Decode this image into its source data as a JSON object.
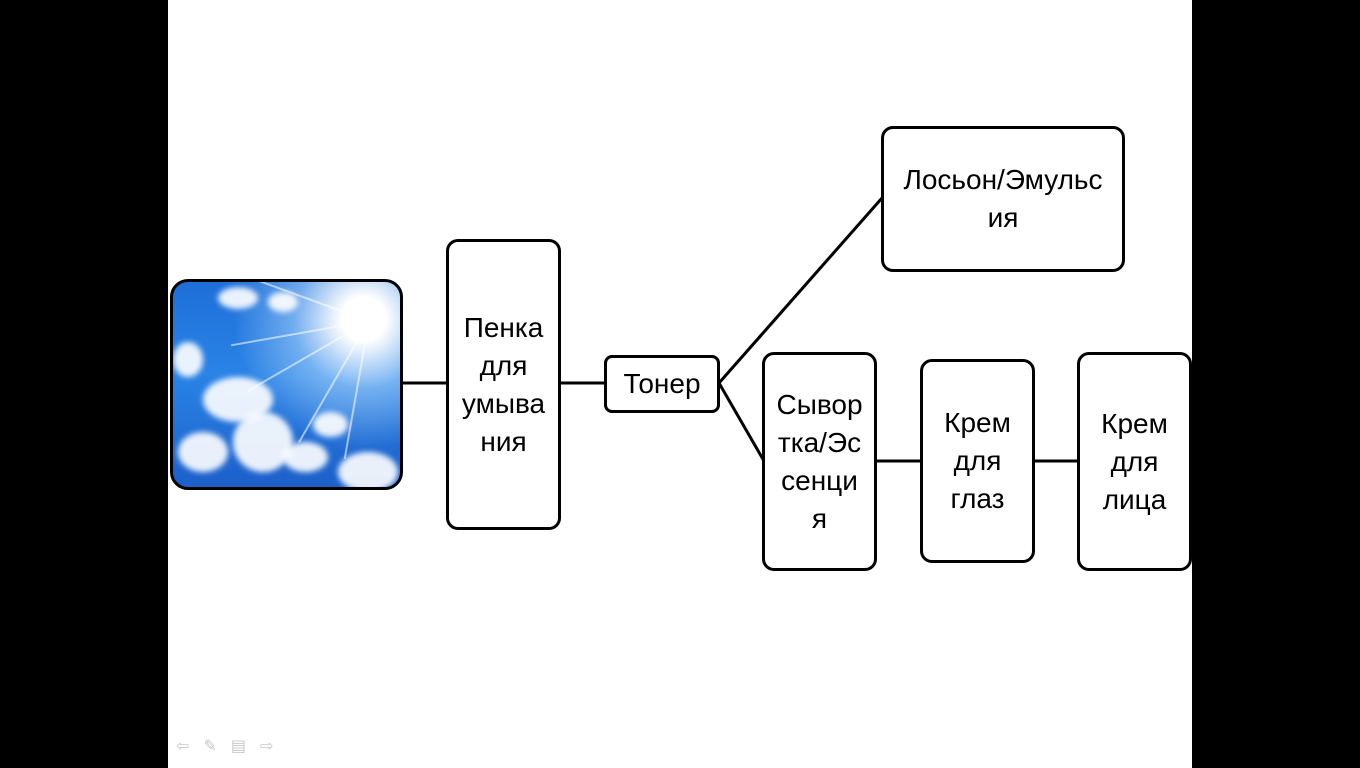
{
  "nodes": {
    "foam": "Пенка\nдля\nумыва\nния",
    "toner": "Тонер",
    "lotion": "Лосьон/Эмульс\nия",
    "serum": "Сывор\nтка/Эс\nсенци\nя",
    "eye_cream": "Крем\nдля\nглаз",
    "face_cream": "Крем\nдля\nлица"
  },
  "image": {
    "subject": "sky-with-sun-and-clouds"
  },
  "nav_icons": [
    "back-arrow-icon",
    "pen-icon",
    "menu-icon",
    "forward-arrow-icon"
  ]
}
